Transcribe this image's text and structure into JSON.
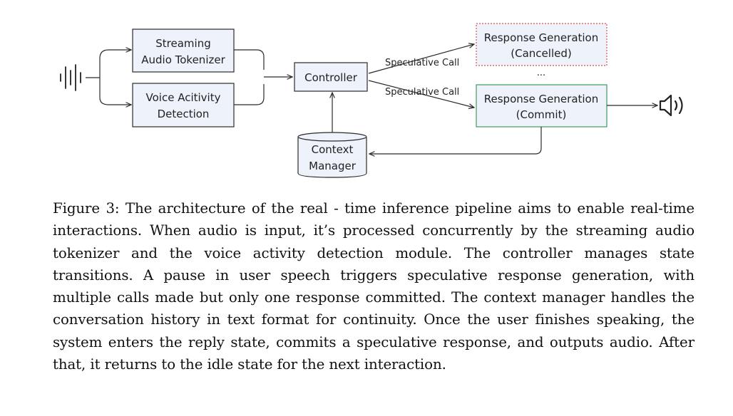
{
  "diagram": {
    "nodes": {
      "tokenizer": {
        "line1": "Streaming",
        "line2": "Audio Tokenizer"
      },
      "vad": {
        "line1": "Voice Acitivity",
        "line2": "Detection"
      },
      "controller": {
        "label": "Controller"
      },
      "context": {
        "line1": "Context",
        "line2": "Manager"
      },
      "resp_cancel": {
        "line1": "Response Generation",
        "line2": "(Cancelled)"
      },
      "resp_commit": {
        "line1": "Response Generation",
        "line2": "(Commit)"
      }
    },
    "edges": {
      "spec_call_top": "Speculative Call",
      "spec_call_bottom": "Speculative Call",
      "ellipsis": "..."
    },
    "icons": {
      "input": "audio-waveform-icon",
      "output": "speaker-icon"
    },
    "colors": {
      "box_fill": "#eef2fa",
      "box_stroke": "#2b2b2b",
      "cancelled_stroke": "#d9534f",
      "commit_stroke": "#3f9b5a"
    }
  },
  "caption": {
    "text": "Figure 3: The architecture of the real - time inference pipeline aims to enable real-time interactions. When audio is input, it’s processed concurrently by the streaming audio tokenizer and the voice activity detection module. The controller manages state transitions. A pause in user speech triggers speculative response generation, with multiple calls made but only one response committed.  The context manager handles the conversation history in text format for continuity. Once the user finishes speaking, the system enters the reply state, commits a speculative response, and outputs audio. After that, it returns to the idle state for the next interaction."
  }
}
